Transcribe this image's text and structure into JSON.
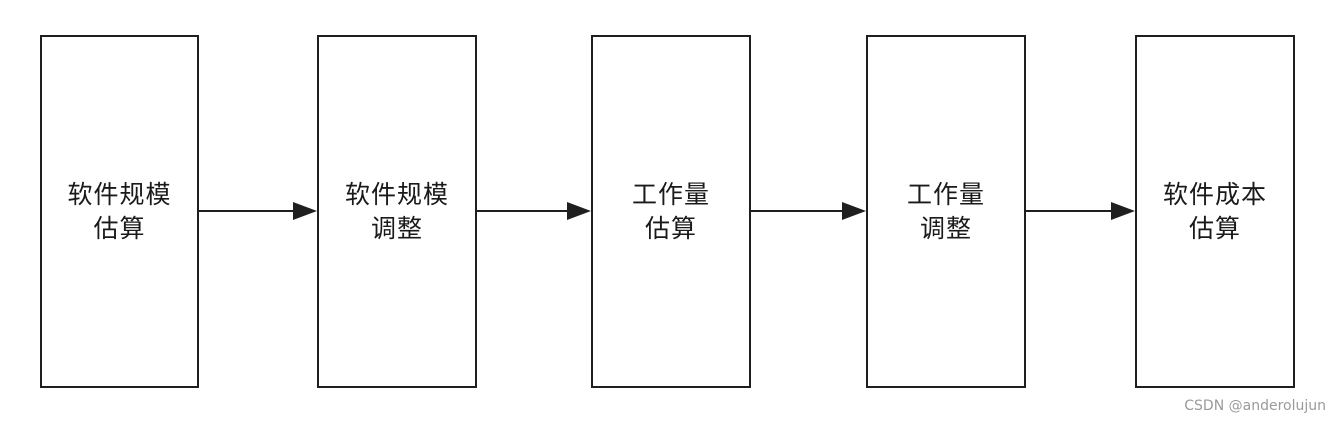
{
  "flowchart": {
    "steps": [
      {
        "label": "软件规模\n估算"
      },
      {
        "label": "软件规模\n调整"
      },
      {
        "label": "工作量\n估算"
      },
      {
        "label": "工作量\n调整"
      },
      {
        "label": "软件成本\n估算"
      }
    ],
    "connectors": [
      {
        "from": "软件规模估算",
        "to": "软件规模调整"
      },
      {
        "from": "软件规模调整",
        "to": "工作量估算"
      },
      {
        "from": "工作量估算",
        "to": "工作量调整"
      },
      {
        "from": "工作量调整",
        "to": "软件成本估算"
      }
    ]
  },
  "watermark": "CSDN @anderolujun"
}
